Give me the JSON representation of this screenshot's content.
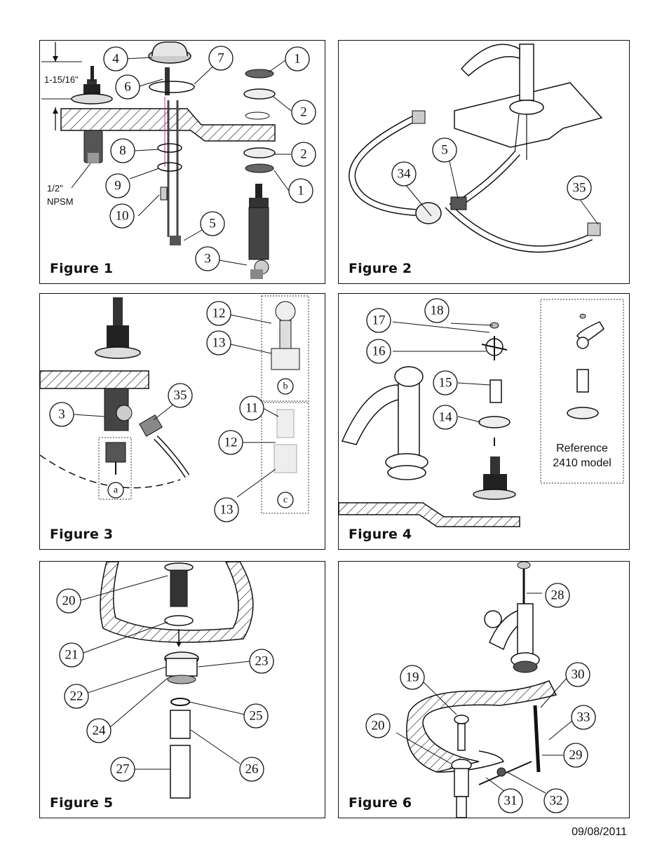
{
  "figures": [
    {
      "id": "fig1",
      "label": "Figure 1",
      "callouts": [
        "4",
        "7",
        "1",
        "6",
        "2",
        "8",
        "2",
        "9",
        "1",
        "10",
        "5",
        "3"
      ],
      "notes": {
        "dimension": "1-15/16\"",
        "thread_line1": "1/2\"",
        "thread_line2": "NPSM"
      }
    },
    {
      "id": "fig2",
      "label": "Figure 2",
      "callouts": [
        "5",
        "34",
        "35"
      ]
    },
    {
      "id": "fig3",
      "label": "Figure 3",
      "callouts": [
        "12",
        "13",
        "b",
        "35",
        "3",
        "a",
        "11",
        "12",
        "13",
        "c"
      ]
    },
    {
      "id": "fig4",
      "label": "Figure 4",
      "callouts": [
        "18",
        "17",
        "16",
        "15",
        "14"
      ],
      "reference_line1": "Reference",
      "reference_line2": "2410 model"
    },
    {
      "id": "fig5",
      "label": "Figure 5",
      "callouts": [
        "20",
        "21",
        "23",
        "22",
        "25",
        "24",
        "26",
        "27"
      ]
    },
    {
      "id": "fig6",
      "label": "Figure 6",
      "callouts": [
        "28",
        "19",
        "30",
        "20",
        "33",
        "29",
        "31",
        "32"
      ]
    }
  ],
  "date": "09/08/2011"
}
